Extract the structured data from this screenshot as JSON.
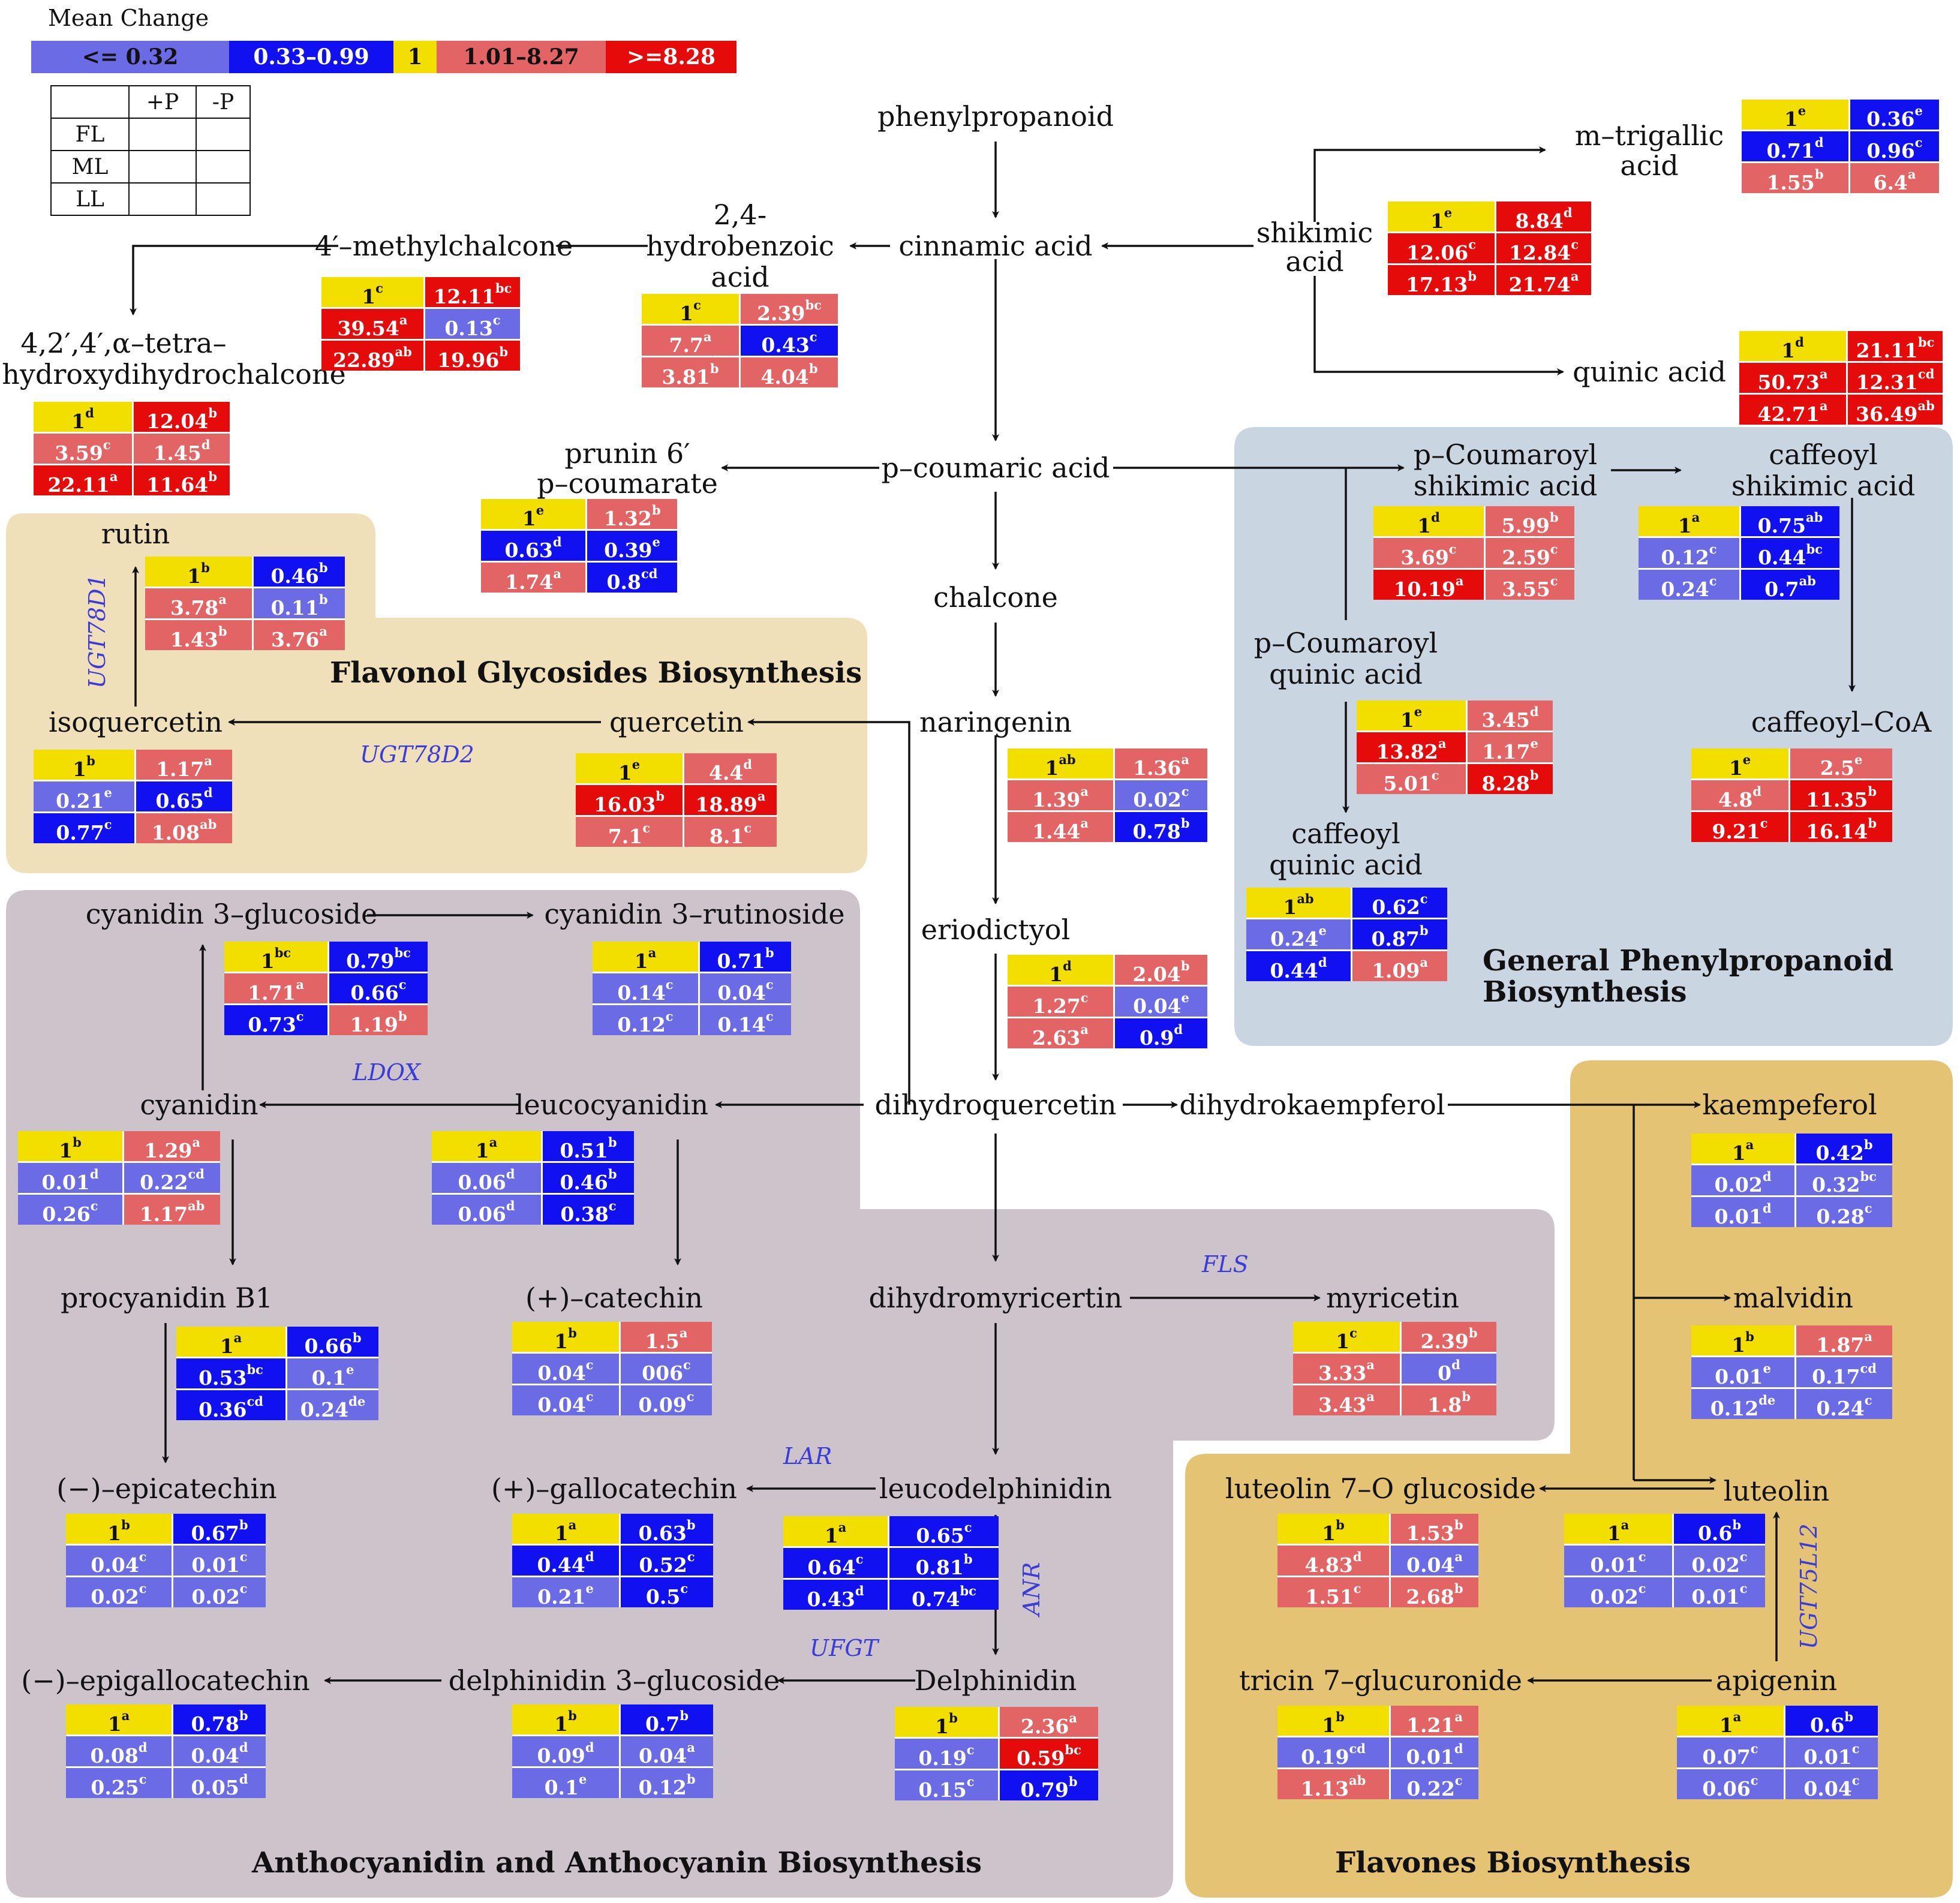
{
  "colors": {
    "low": "#6b6be6",
    "mid_low": "#1010f0",
    "one": "#f2df00",
    "mid_high": "#e36464",
    "high": "#e50b0b",
    "region_flavonol": "#efe0ba",
    "region_general": "#c9d5e1",
    "region_antho": "#cdc3cb",
    "region_flavones": "#e5c374"
  },
  "legend": {
    "title": "Mean Change",
    "bins": [
      {
        "label": "<= 0.32",
        "color": "low",
        "text": "dark"
      },
      {
        "label": "0.33–0.99",
        "color": "mid_low",
        "text": "light"
      },
      {
        "label": "1",
        "color": "one",
        "text": "dark"
      },
      {
        "label": "1.01–8.27",
        "color": "mid_high",
        "text": "dark"
      },
      {
        "label": ">=8.28",
        "color": "high",
        "text": "light"
      }
    ],
    "col_headers": [
      "+P",
      "-P"
    ],
    "row_headers": [
      "FL",
      "ML",
      "LL"
    ]
  },
  "regions": {
    "flavonol": "Flavonol Glycosides Biosynthesis",
    "general_line1": "General Phenylpropanoid",
    "general_line2": "Biosynthesis",
    "antho": "Anthocyanidin and Anthocyanin Biosynthesis",
    "flavones": "Flavones Biosynthesis"
  },
  "enzymes": {
    "ugt78d1": "UGT78D1",
    "ugt78d2": "UGT78D2",
    "ldox": "LDOX",
    "fls": "FLS",
    "lar": "LAR",
    "anr": "ANR",
    "ufgt": "UFGT",
    "ugt75l12": "UGT75L12"
  },
  "compounds": {
    "phenylpropanoid": "phenylpropanoid",
    "cinnamic": "cinnamic acid",
    "hydrobenzoic_1": "2,4-",
    "hydrobenzoic_2": "hydrobenzoic",
    "hydrobenzoic_3": "acid",
    "methylchalcone": "4′–methylchalcone",
    "tetra_1": "4,2′,4′,α–tetra–",
    "tetra_2": "hydroxydihydrochalcone",
    "shikimic_1": "shikimic",
    "shikimic_2": "acid",
    "trigallic_1": "m–trigallic",
    "trigallic_2": "acid",
    "quinic": "quinic acid",
    "prunin_1": "prunin 6′",
    "prunin_2": "p–coumarate",
    "pcoumaric": "p–coumaric acid",
    "pcs_1": "p–Coumaroyl",
    "pcs_2": "shikimic acid",
    "cs_1": "caffeoyl",
    "cs_2": "shikimic acid",
    "pcq_1": "p–Coumaroyl",
    "pcq_2": "quinic acid",
    "cq_1": "caffeoyl",
    "cq_2": "quinic acid",
    "caffeoylcoa": "caffeoyl–CoA",
    "chalcone": "chalcone",
    "naringenin": "naringenin",
    "rutin": "rutin",
    "isoquercetin": "isoquercetin",
    "quercetin": "quercetin",
    "eriodictyol": "eriodictyol",
    "cy3g": "cyanidin 3–glucoside",
    "cy3r": "cyanidin 3–rutinoside",
    "cyanidin": "cyanidin",
    "leucocyanidin": "leucocyanidin",
    "dihydroquercetin": "dihydroquercetin",
    "dihydrokaempferol": "dihydrokaempferol",
    "kaempeferol": "kaempeferol",
    "procyanidin": "procyanidin B1",
    "catechin": "(+)–catechin",
    "dihydromyricertin": "dihydromyricertin",
    "myricetin": "myricetin",
    "malvidin": "malvidin",
    "epicatechin": "(−)–epicatechin",
    "gallocatechin": "(+)–gallocatechin",
    "leucodelphinidin": "leucodelphinidin",
    "luteolin7": "luteolin 7–O glucoside",
    "luteolin": "luteolin",
    "epigallocatechin": "(−)–epigallocatechin",
    "delph3g": "delphinidin 3–glucoside",
    "delphinidin": "Delphinidin",
    "tricin": "tricin 7–glucuronide",
    "apigenin": "apigenin"
  },
  "tables": {
    "trigallic": [
      [
        "1",
        "e",
        "one"
      ],
      [
        "0.36",
        "e",
        "mid_low"
      ],
      [
        "0.71",
        "d",
        "mid_low"
      ],
      [
        "0.96",
        "c",
        "mid_low"
      ],
      [
        "1.55",
        "b",
        "mid_high"
      ],
      [
        "6.4",
        "a",
        "mid_high"
      ]
    ],
    "shikimic": [
      [
        "1",
        "e",
        "one"
      ],
      [
        "8.84",
        "d",
        "high"
      ],
      [
        "12.06",
        "c",
        "high"
      ],
      [
        "12.84",
        "c",
        "high"
      ],
      [
        "17.13",
        "b",
        "high"
      ],
      [
        "21.74",
        "a",
        "high"
      ]
    ],
    "quinic": [
      [
        "1",
        "d",
        "one"
      ],
      [
        "21.11",
        "bc",
        "high"
      ],
      [
        "50.73",
        "a",
        "high"
      ],
      [
        "12.31",
        "cd",
        "high"
      ],
      [
        "42.71",
        "a",
        "high"
      ],
      [
        "36.49",
        "ab",
        "high"
      ]
    ],
    "methylchalcone": [
      [
        "1",
        "c",
        "one"
      ],
      [
        "12.11",
        "bc",
        "high"
      ],
      [
        "39.54",
        "a",
        "high"
      ],
      [
        "0.13",
        "c",
        "low"
      ],
      [
        "22.89",
        "ab",
        "high"
      ],
      [
        "19.96",
        "b",
        "high"
      ]
    ],
    "hydrobenzoic": [
      [
        "1",
        "c",
        "one"
      ],
      [
        "2.39",
        "bc",
        "mid_high"
      ],
      [
        "7.7",
        "a",
        "mid_high"
      ],
      [
        "0.43",
        "c",
        "mid_low"
      ],
      [
        "3.81",
        "b",
        "mid_high"
      ],
      [
        "4.04",
        "b",
        "mid_high"
      ]
    ],
    "tetra": [
      [
        "1",
        "d",
        "one"
      ],
      [
        "12.04",
        "b",
        "high"
      ],
      [
        "3.59",
        "c",
        "mid_high"
      ],
      [
        "1.45",
        "d",
        "mid_high"
      ],
      [
        "22.11",
        "a",
        "high"
      ],
      [
        "11.64",
        "b",
        "high"
      ]
    ],
    "prunin": [
      [
        "1",
        "e",
        "one"
      ],
      [
        "1.32",
        "b",
        "mid_high"
      ],
      [
        "0.63",
        "d",
        "mid_low"
      ],
      [
        "0.39",
        "e",
        "mid_low"
      ],
      [
        "1.74",
        "a",
        "mid_high"
      ],
      [
        "0.8",
        "cd",
        "mid_low"
      ]
    ],
    "pcs": [
      [
        "1",
        "d",
        "one"
      ],
      [
        "5.99",
        "b",
        "mid_high"
      ],
      [
        "3.69",
        "c",
        "mid_high"
      ],
      [
        "2.59",
        "c",
        "mid_high"
      ],
      [
        "10.19",
        "a",
        "high"
      ],
      [
        "3.55",
        "c",
        "mid_high"
      ]
    ],
    "cs": [
      [
        "1",
        "a",
        "one"
      ],
      [
        "0.75",
        "ab",
        "mid_low"
      ],
      [
        "0.12",
        "c",
        "low"
      ],
      [
        "0.44",
        "bc",
        "mid_low"
      ],
      [
        "0.24",
        "c",
        "low"
      ],
      [
        "0.7",
        "ab",
        "mid_low"
      ]
    ],
    "pcq": [
      [
        "1",
        "e",
        "one"
      ],
      [
        "3.45",
        "d",
        "mid_high"
      ],
      [
        "13.82",
        "a",
        "high"
      ],
      [
        "1.17",
        "e",
        "mid_high"
      ],
      [
        "5.01",
        "c",
        "mid_high"
      ],
      [
        "8.28",
        "b",
        "high"
      ]
    ],
    "cq": [
      [
        "1",
        "ab",
        "one"
      ],
      [
        "0.62",
        "c",
        "mid_low"
      ],
      [
        "0.24",
        "e",
        "low"
      ],
      [
        "0.87",
        "b",
        "mid_low"
      ],
      [
        "0.44",
        "d",
        "mid_low"
      ],
      [
        "1.09",
        "a",
        "mid_high"
      ]
    ],
    "caffeoylcoa": [
      [
        "1",
        "e",
        "one"
      ],
      [
        "2.5",
        "e",
        "mid_high"
      ],
      [
        "4.8",
        "d",
        "mid_high"
      ],
      [
        "11.35",
        "b",
        "high"
      ],
      [
        "9.21",
        "c",
        "high"
      ],
      [
        "16.14",
        "b",
        "high"
      ]
    ],
    "rutin": [
      [
        "1",
        "b",
        "one"
      ],
      [
        "0.46",
        "b",
        "mid_low"
      ],
      [
        "3.78",
        "a",
        "mid_high"
      ],
      [
        "0.11",
        "b",
        "low"
      ],
      [
        "1.43",
        "b",
        "mid_high"
      ],
      [
        "3.76",
        "a",
        "mid_high"
      ]
    ],
    "isoquercetin": [
      [
        "1",
        "b",
        "one"
      ],
      [
        "1.17",
        "a",
        "mid_high"
      ],
      [
        "0.21",
        "e",
        "low"
      ],
      [
        "0.65",
        "d",
        "mid_low"
      ],
      [
        "0.77",
        "c",
        "mid_low"
      ],
      [
        "1.08",
        "ab",
        "mid_high"
      ]
    ],
    "quercetin": [
      [
        "1",
        "e",
        "one"
      ],
      [
        "4.4",
        "d",
        "mid_high"
      ],
      [
        "16.03",
        "b",
        "high"
      ],
      [
        "18.89",
        "a",
        "high"
      ],
      [
        "7.1",
        "c",
        "mid_high"
      ],
      [
        "8.1",
        "c",
        "mid_high"
      ]
    ],
    "naringenin": [
      [
        "1",
        "ab",
        "one"
      ],
      [
        "1.36",
        "a",
        "mid_high"
      ],
      [
        "1.39",
        "a",
        "mid_high"
      ],
      [
        "0.02",
        "c",
        "low"
      ],
      [
        "1.44",
        "a",
        "mid_high"
      ],
      [
        "0.78",
        "b",
        "mid_low"
      ]
    ],
    "eriodictyol": [
      [
        "1",
        "d",
        "one"
      ],
      [
        "2.04",
        "b",
        "mid_high"
      ],
      [
        "1.27",
        "c",
        "mid_high"
      ],
      [
        "0.04",
        "e",
        "low"
      ],
      [
        "2.63",
        "a",
        "mid_high"
      ],
      [
        "0.9",
        "d",
        "mid_low"
      ]
    ],
    "cy3g": [
      [
        "1",
        "bc",
        "one"
      ],
      [
        "0.79",
        "bc",
        "mid_low"
      ],
      [
        "1.71",
        "a",
        "mid_high"
      ],
      [
        "0.66",
        "c",
        "mid_low"
      ],
      [
        "0.73",
        "c",
        "mid_low"
      ],
      [
        "1.19",
        "b",
        "mid_high"
      ]
    ],
    "cy3r": [
      [
        "1",
        "a",
        "one"
      ],
      [
        "0.71",
        "b",
        "mid_low"
      ],
      [
        "0.14",
        "c",
        "low"
      ],
      [
        "0.04",
        "c",
        "low"
      ],
      [
        "0.12",
        "c",
        "low"
      ],
      [
        "0.14",
        "c",
        "low"
      ]
    ],
    "cyanidin": [
      [
        "1",
        "b",
        "one"
      ],
      [
        "1.29",
        "a",
        "mid_high"
      ],
      [
        "0.01",
        "d",
        "low"
      ],
      [
        "0.22",
        "cd",
        "low"
      ],
      [
        "0.26",
        "c",
        "low"
      ],
      [
        "1.17",
        "ab",
        "mid_high"
      ]
    ],
    "leucocyanidin": [
      [
        "1",
        "a",
        "one"
      ],
      [
        "0.51",
        "b",
        "mid_low"
      ],
      [
        "0.06",
        "d",
        "low"
      ],
      [
        "0.46",
        "b",
        "mid_low"
      ],
      [
        "0.06",
        "d",
        "low"
      ],
      [
        "0.38",
        "c",
        "mid_low"
      ]
    ],
    "kaempeferol": [
      [
        "1",
        "a",
        "one"
      ],
      [
        "0.42",
        "b",
        "mid_low"
      ],
      [
        "0.02",
        "d",
        "low"
      ],
      [
        "0.32",
        "bc",
        "low"
      ],
      [
        "0.01",
        "d",
        "low"
      ],
      [
        "0.28",
        "c",
        "low"
      ]
    ],
    "procyanidin": [
      [
        "1",
        "a",
        "one"
      ],
      [
        "0.66",
        "b",
        "mid_low"
      ],
      [
        "0.53",
        "bc",
        "mid_low"
      ],
      [
        "0.1",
        "e",
        "low"
      ],
      [
        "0.36",
        "cd",
        "mid_low"
      ],
      [
        "0.24",
        "de",
        "low"
      ]
    ],
    "catechin": [
      [
        "1",
        "b",
        "one"
      ],
      [
        "1.5",
        "a",
        "mid_high"
      ],
      [
        "0.04",
        "c",
        "low"
      ],
      [
        "006",
        "c",
        "low"
      ],
      [
        "0.04",
        "c",
        "low"
      ],
      [
        "0.09",
        "c",
        "low"
      ]
    ],
    "myricetin": [
      [
        "1",
        "c",
        "one"
      ],
      [
        "2.39",
        "b",
        "mid_high"
      ],
      [
        "3.33",
        "a",
        "mid_high"
      ],
      [
        "0",
        "d",
        "low"
      ],
      [
        "3.43",
        "a",
        "mid_high"
      ],
      [
        "1.8",
        "b",
        "mid_high"
      ]
    ],
    "malvidin": [
      [
        "1",
        "b",
        "one"
      ],
      [
        "1.87",
        "a",
        "mid_high"
      ],
      [
        "0.01",
        "e",
        "low"
      ],
      [
        "0.17",
        "cd",
        "low"
      ],
      [
        "0.12",
        "de",
        "low"
      ],
      [
        "0.24",
        "c",
        "low"
      ]
    ],
    "epicatechin": [
      [
        "1",
        "b",
        "one"
      ],
      [
        "0.67",
        "b",
        "mid_low"
      ],
      [
        "0.04",
        "c",
        "low"
      ],
      [
        "0.01",
        "c",
        "low"
      ],
      [
        "0.02",
        "c",
        "low"
      ],
      [
        "0.02",
        "c",
        "low"
      ]
    ],
    "gallocatechin": [
      [
        "1",
        "a",
        "one"
      ],
      [
        "0.63",
        "b",
        "mid_low"
      ],
      [
        "0.44",
        "d",
        "mid_low"
      ],
      [
        "0.52",
        "c",
        "mid_low"
      ],
      [
        "0.21",
        "e",
        "low"
      ],
      [
        "0.5",
        "c",
        "mid_low"
      ]
    ],
    "leucodelphinidin": [
      [
        "1",
        "a",
        "one"
      ],
      [
        "0.65",
        "c",
        "mid_low"
      ],
      [
        "0.64",
        "c",
        "mid_low"
      ],
      [
        "0.81",
        "b",
        "mid_low"
      ],
      [
        "0.43",
        "d",
        "mid_low"
      ],
      [
        "0.74",
        "bc",
        "mid_low"
      ]
    ],
    "luteolin7": [
      [
        "1",
        "b",
        "one"
      ],
      [
        "1.53",
        "b",
        "mid_high"
      ],
      [
        "4.83",
        "d",
        "mid_high"
      ],
      [
        "0.04",
        "a",
        "low"
      ],
      [
        "1.51",
        "c",
        "mid_high"
      ],
      [
        "2.68",
        "b",
        "mid_high"
      ]
    ],
    "luteolin": [
      [
        "1",
        "a",
        "one"
      ],
      [
        "0.6",
        "b",
        "mid_low"
      ],
      [
        "0.01",
        "c",
        "low"
      ],
      [
        "0.02",
        "c",
        "low"
      ],
      [
        "0.02",
        "c",
        "low"
      ],
      [
        "0.01",
        "c",
        "low"
      ]
    ],
    "epigallocatechin": [
      [
        "1",
        "a",
        "one"
      ],
      [
        "0.78",
        "b",
        "mid_low"
      ],
      [
        "0.08",
        "d",
        "low"
      ],
      [
        "0.04",
        "d",
        "low"
      ],
      [
        "0.25",
        "c",
        "low"
      ],
      [
        "0.05",
        "d",
        "low"
      ]
    ],
    "delph3g": [
      [
        "1",
        "b",
        "one"
      ],
      [
        "0.7",
        "b",
        "mid_low"
      ],
      [
        "0.09",
        "d",
        "low"
      ],
      [
        "0.04",
        "a",
        "low"
      ],
      [
        "0.1",
        "e",
        "low"
      ],
      [
        "0.12",
        "b",
        "low"
      ]
    ],
    "delphinidin": [
      [
        "1",
        "b",
        "one"
      ],
      [
        "2.36",
        "a",
        "mid_high"
      ],
      [
        "0.19",
        "c",
        "low"
      ],
      [
        "0.59",
        "bc",
        "high"
      ],
      [
        "0.15",
        "c",
        "low"
      ],
      [
        "0.79",
        "b",
        "mid_low"
      ]
    ],
    "tricin": [
      [
        "1",
        "b",
        "one"
      ],
      [
        "1.21",
        "a",
        "mid_high"
      ],
      [
        "0.19",
        "cd",
        "low"
      ],
      [
        "0.01",
        "d",
        "low"
      ],
      [
        "1.13",
        "ab",
        "mid_high"
      ],
      [
        "0.22",
        "c",
        "low"
      ]
    ],
    "apigenin": [
      [
        "1",
        "a",
        "one"
      ],
      [
        "0.6",
        "b",
        "mid_low"
      ],
      [
        "0.07",
        "c",
        "low"
      ],
      [
        "0.01",
        "c",
        "low"
      ],
      [
        "0.06",
        "c",
        "low"
      ],
      [
        "0.04",
        "c",
        "low"
      ]
    ]
  }
}
